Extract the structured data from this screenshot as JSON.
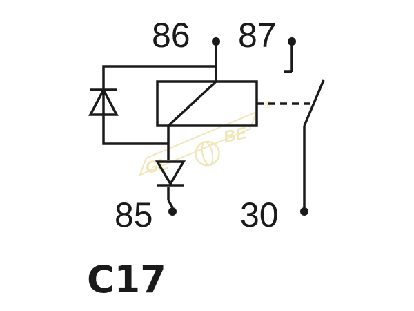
{
  "pins": {
    "p86": "86",
    "p87": "87",
    "p85": "85",
    "p30": "30"
  },
  "relay_code": "C17",
  "watermark": {
    "text_left": "GL",
    "text_right": "BE",
    "mark": "®",
    "color": "#f1e6b8"
  },
  "colors": {
    "ink": "#1a1a1a"
  }
}
